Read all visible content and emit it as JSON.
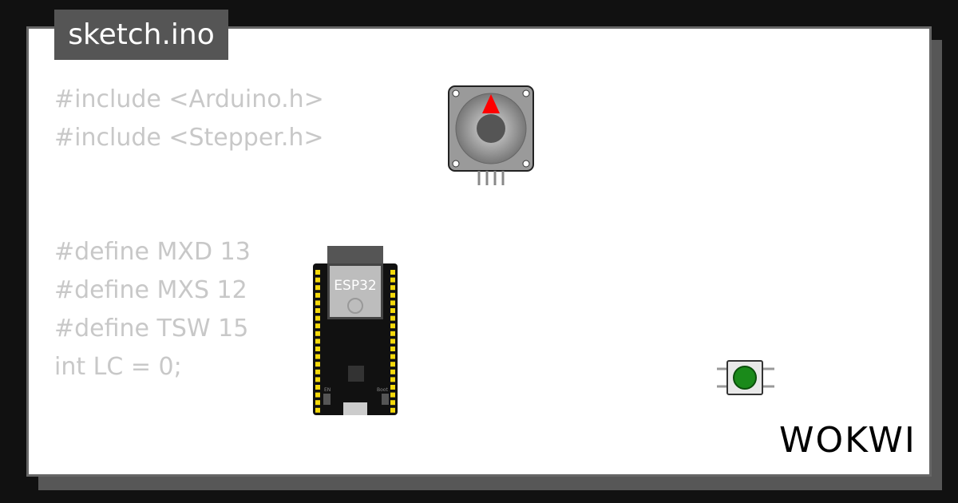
{
  "file_tab": {
    "title": "sketch.ino"
  },
  "code_lines": [
    "#include <Arduino.h>",
    "#include <Stepper.h>",
    "",
    "",
    "#define MXD 13",
    "#define MXS 12",
    "#define TSW 15",
    "int LC = 0;"
  ],
  "components": {
    "board_label": "ESP32",
    "board_en_label": "EN",
    "board_boot_label": "Boot"
  },
  "brand": {
    "logo": "WOKWI"
  },
  "colors": {
    "background": "#111111",
    "card": "#ffffff",
    "tab": "#555555",
    "code_text": "#c8c8c8",
    "button_cap": "#1a8a1a",
    "stepper_indicator": "#ff0000"
  }
}
